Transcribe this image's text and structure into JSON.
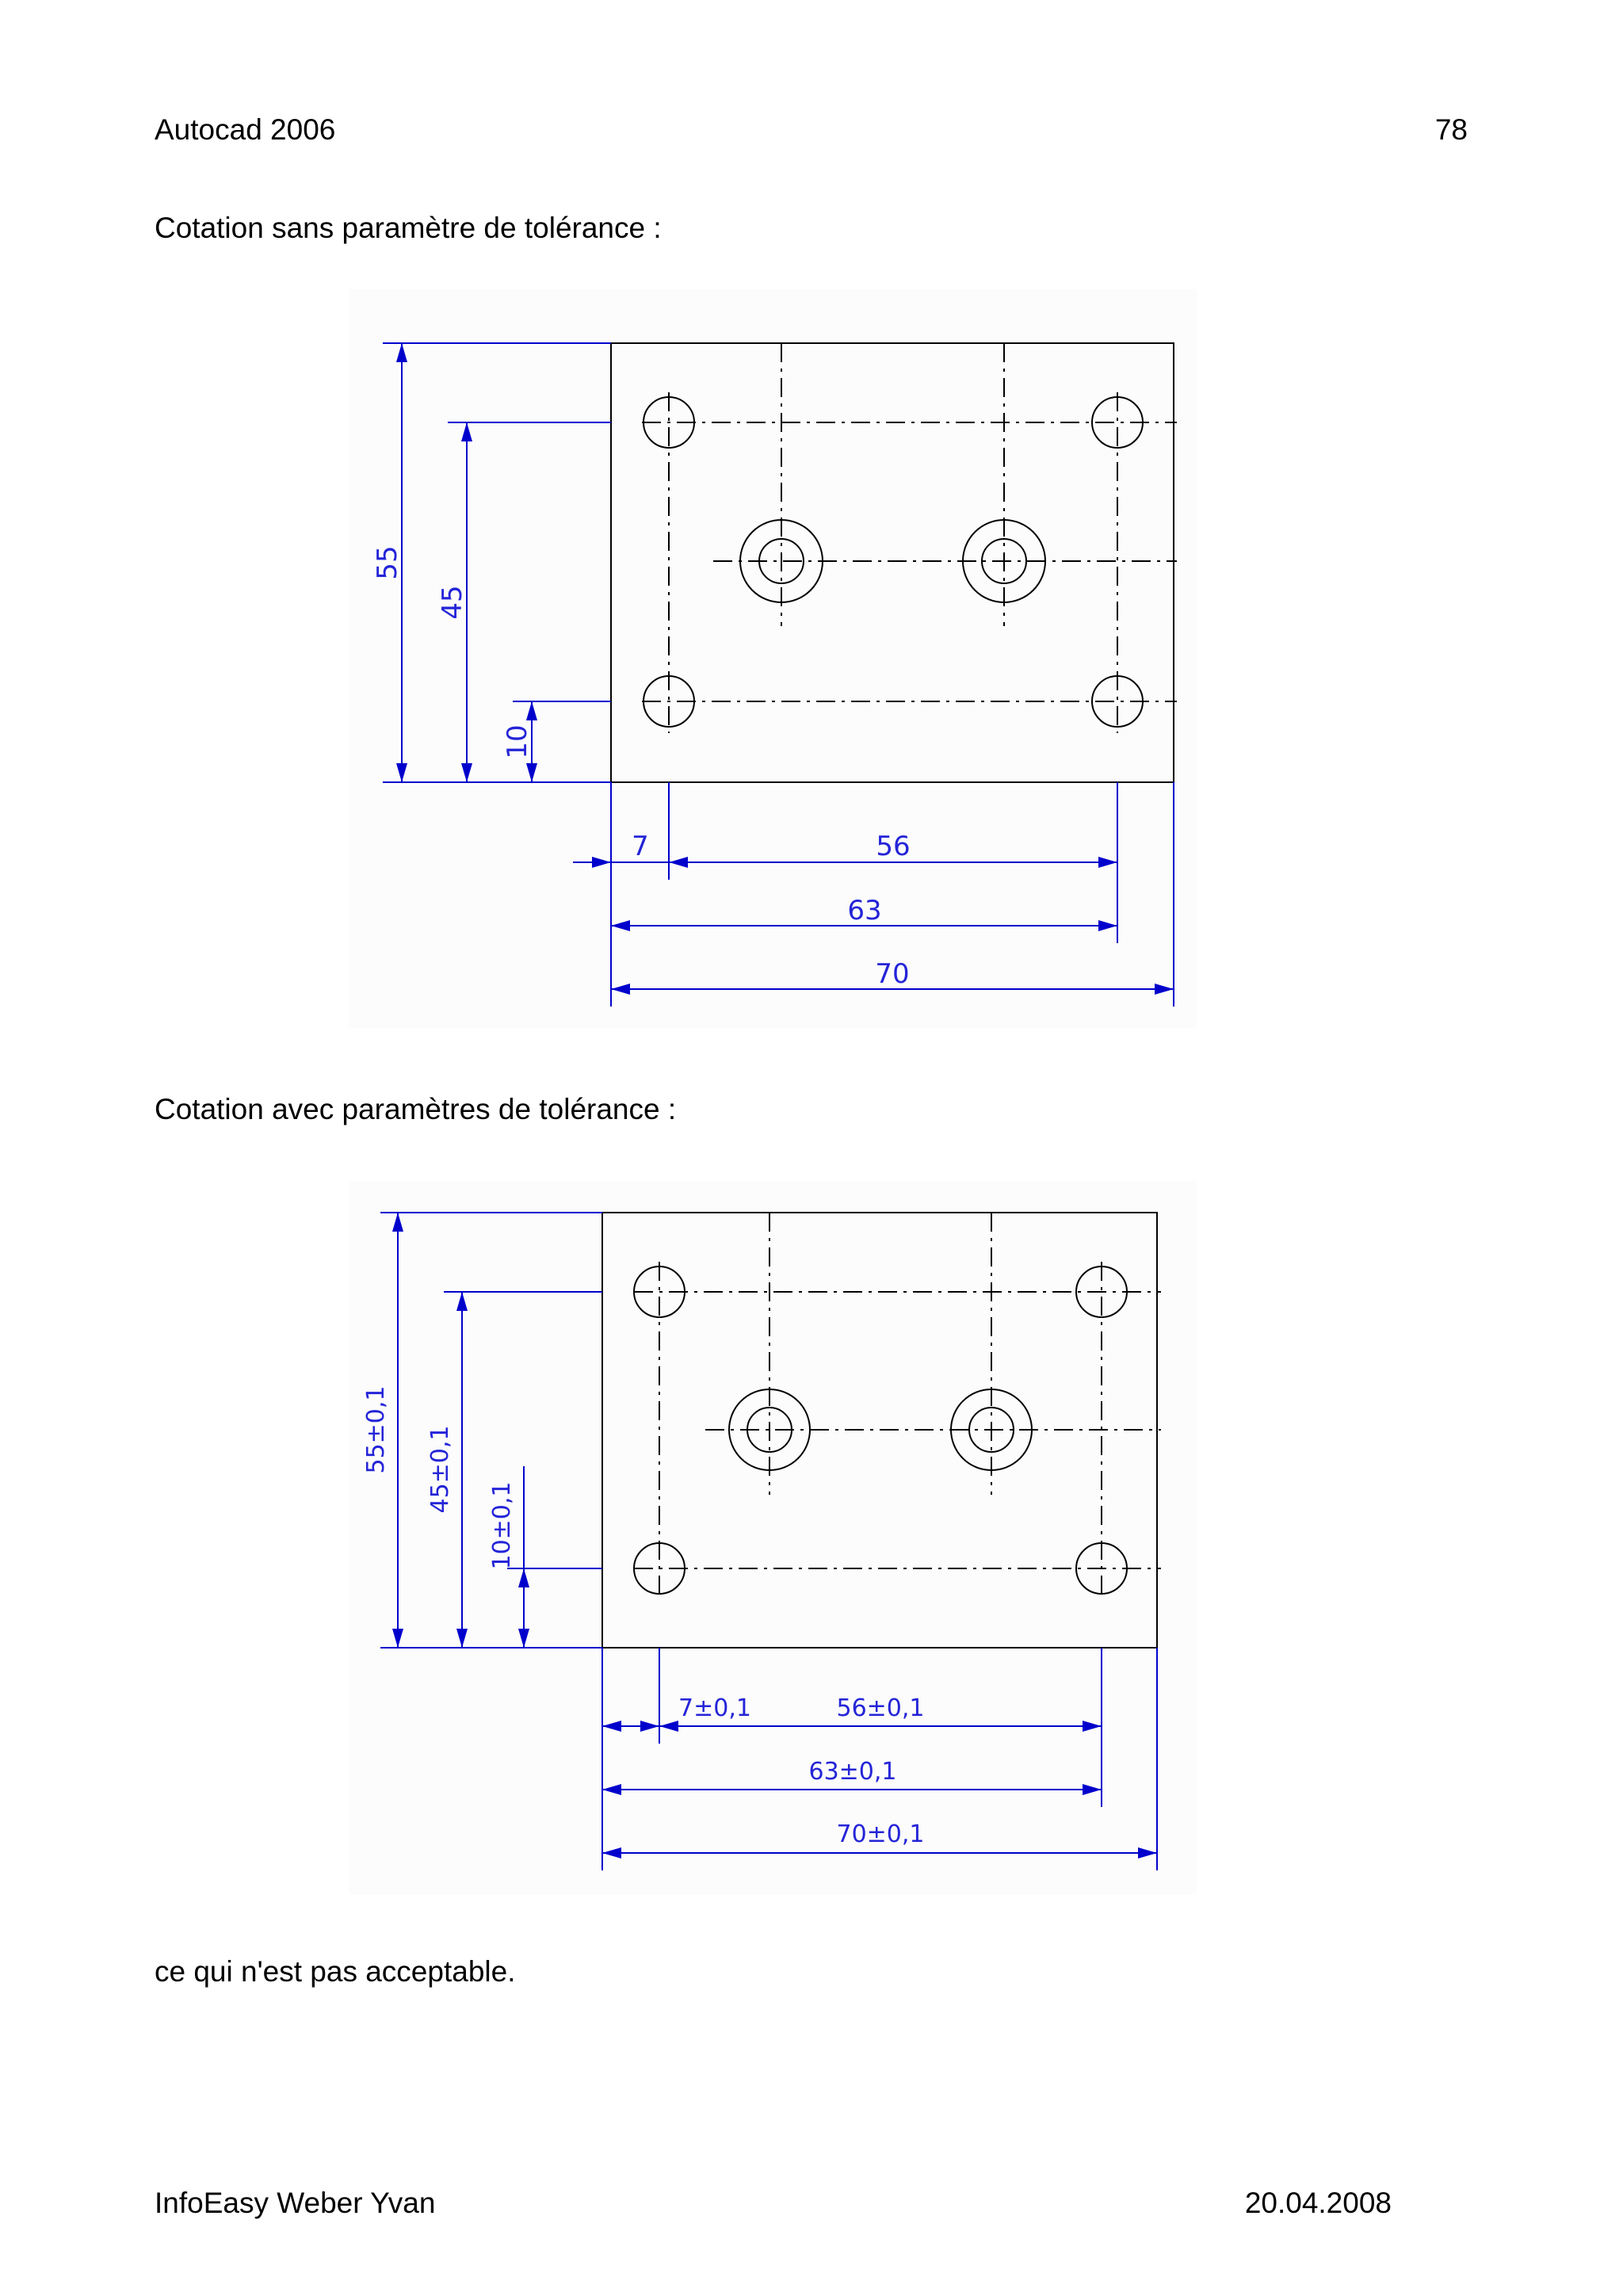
{
  "header": {
    "left": "Autocad 2006",
    "right": "78"
  },
  "section1": {
    "caption": "Cotation sans paramètre de tolérance :"
  },
  "drawing1": {
    "dims": {
      "d55": "55",
      "d45": "45",
      "d10": "10",
      "d7": "7",
      "d56": "56",
      "d63": "63",
      "d70": "70"
    }
  },
  "section2": {
    "caption": "Cotation avec paramètres de tolérance :"
  },
  "drawing2": {
    "dims": {
      "d55": "55±0,1",
      "d45": "45±0,1",
      "d10": "10±0,1",
      "d7": "7±0,1",
      "d56": "56±0,1",
      "d63": "63±0,1",
      "d70": "70±0,1"
    }
  },
  "conclusion": "ce qui n'est pas acceptable.",
  "footer": {
    "left": "InfoEasy Weber Yvan",
    "right": "20.04.2008"
  },
  "colors": {
    "dimension": "#0000cc",
    "part": "#000000"
  }
}
